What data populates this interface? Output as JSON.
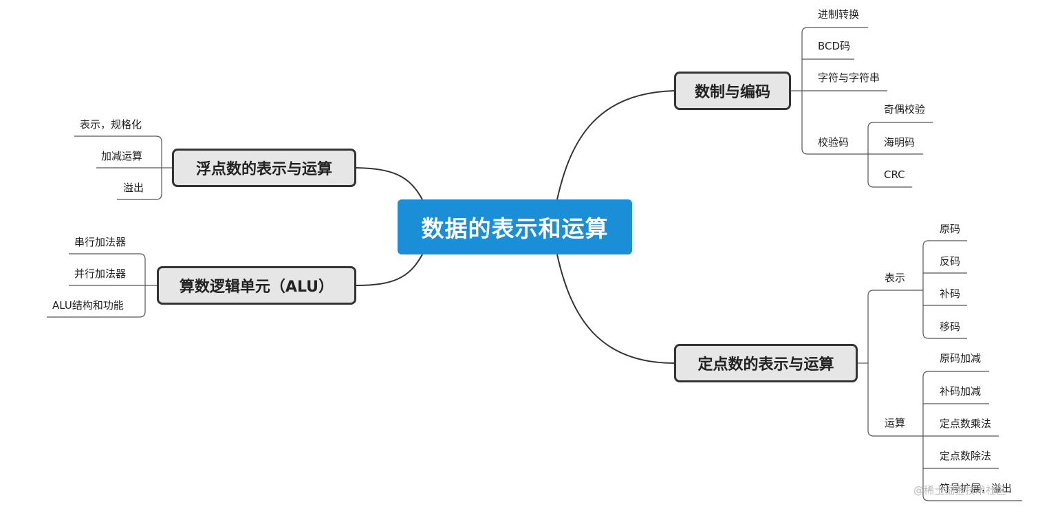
{
  "root": "数据的表示和运算",
  "branches": {
    "b1": {
      "label": "数制与编码",
      "items": [
        "进制转换",
        "BCD码",
        "字符与字符串",
        "校验码"
      ],
      "check_items": [
        "奇偶校验",
        "海明码",
        "CRC"
      ]
    },
    "b2": {
      "label": "定点数的表示与运算",
      "groups": {
        "repr": {
          "label": "表示",
          "items": [
            "原码",
            "反码",
            "补码",
            "移码"
          ]
        },
        "ops": {
          "label": "运算",
          "items": [
            "原码加减",
            "补码加减",
            "定点数乘法",
            "定点数除法",
            "符号扩展，溢出"
          ]
        }
      }
    },
    "b3": {
      "label": "浮点数的表示与运算",
      "items": [
        "表示，规格化",
        "加减运算",
        "溢出"
      ]
    },
    "b4": {
      "label": "算数逻辑单元（ALU）",
      "items": [
        "串行加法器",
        "并行加法器",
        "ALU结构和功能"
      ]
    }
  },
  "watermark": "@稀土掘金技术社区",
  "colors": {
    "root_bg": "#1b8ed8",
    "node_bg": "#e6e6e6",
    "line": "#333333"
  }
}
